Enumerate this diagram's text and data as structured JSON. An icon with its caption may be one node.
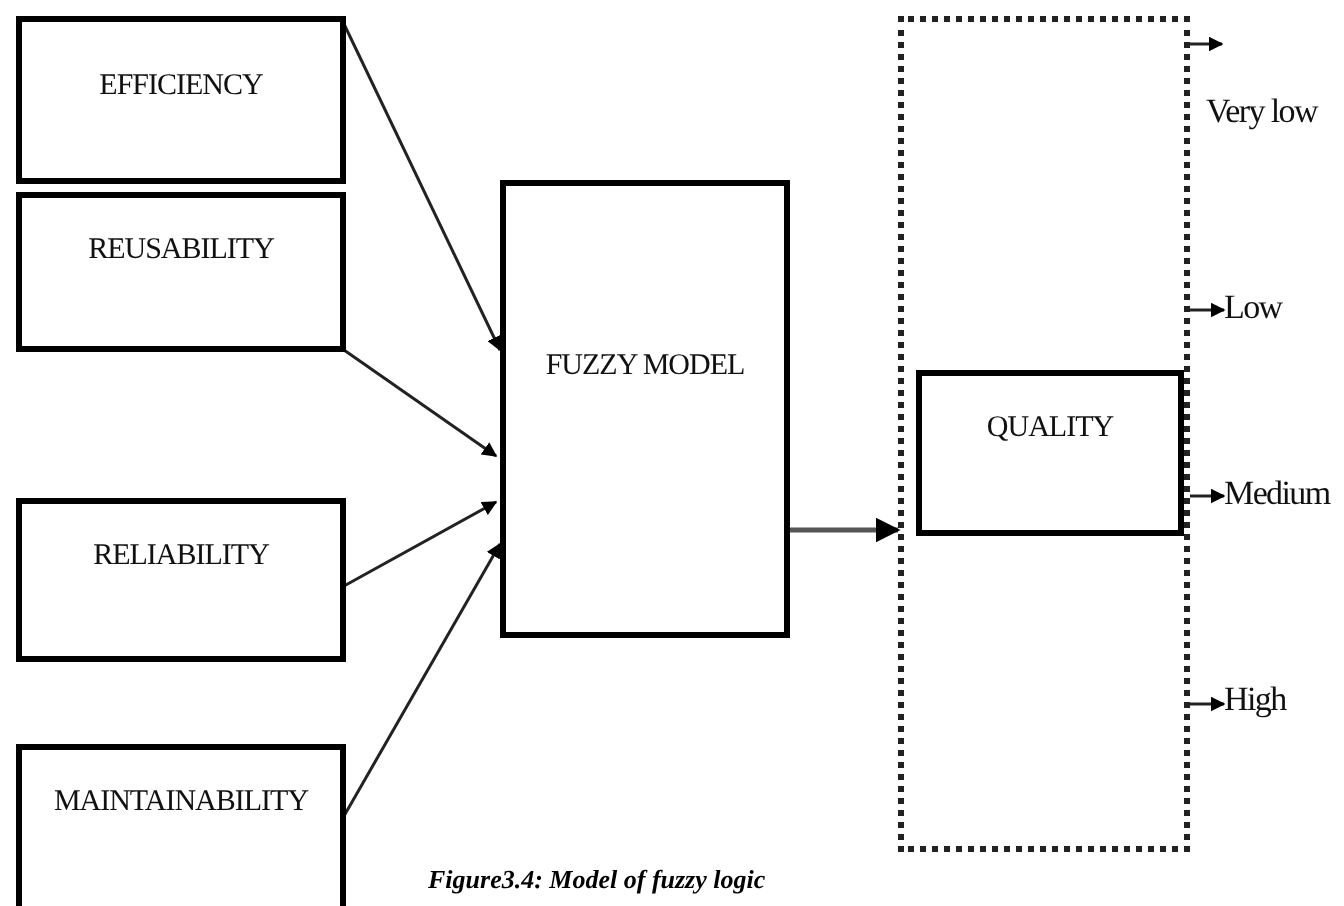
{
  "diagram": {
    "caption": "Figure3.4: Model of fuzzy logic",
    "nodes": [
      {
        "text": [
          "EFFICIENCY"
        ]
      },
      {
        "text": [
          "REUSABILITY"
        ]
      },
      {
        "text": [
          "RELIABILITY"
        ]
      },
      {
        "text": [
          "MAINTAINABILITY"
        ]
      },
      {
        "text": [
          "FUZZY MODEL"
        ]
      },
      {
        "text": [],
        "shape": "box"
      },
      {
        "text": [
          "QUALITY"
        ],
        "in": 5
      },
      {
        "text": [
          "Very low"
        ]
      },
      {
        "text": [
          "Low"
        ]
      },
      {
        "text": [
          "Medium"
        ]
      },
      {
        "text": [
          "High"
        ]
      }
    ],
    "edges": [
      {
        "from": 0,
        "to": 4,
        "arrow": "to"
      },
      {
        "from": 1,
        "to": 4,
        "arrow": "to"
      },
      {
        "from": 2,
        "to": 4,
        "arrow": "to"
      },
      {
        "from": 3,
        "to": 4,
        "arrow": "to"
      },
      {
        "from": 4,
        "to": 5,
        "arrow": "to"
      },
      {
        "from": 5,
        "to": 7,
        "arrow": "to"
      },
      {
        "from": 5,
        "to": 8,
        "arrow": "to"
      },
      {
        "from": 5,
        "to": 9,
        "arrow": "to"
      },
      {
        "from": 5,
        "to": 10,
        "arrow": "to"
      }
    ]
  }
}
